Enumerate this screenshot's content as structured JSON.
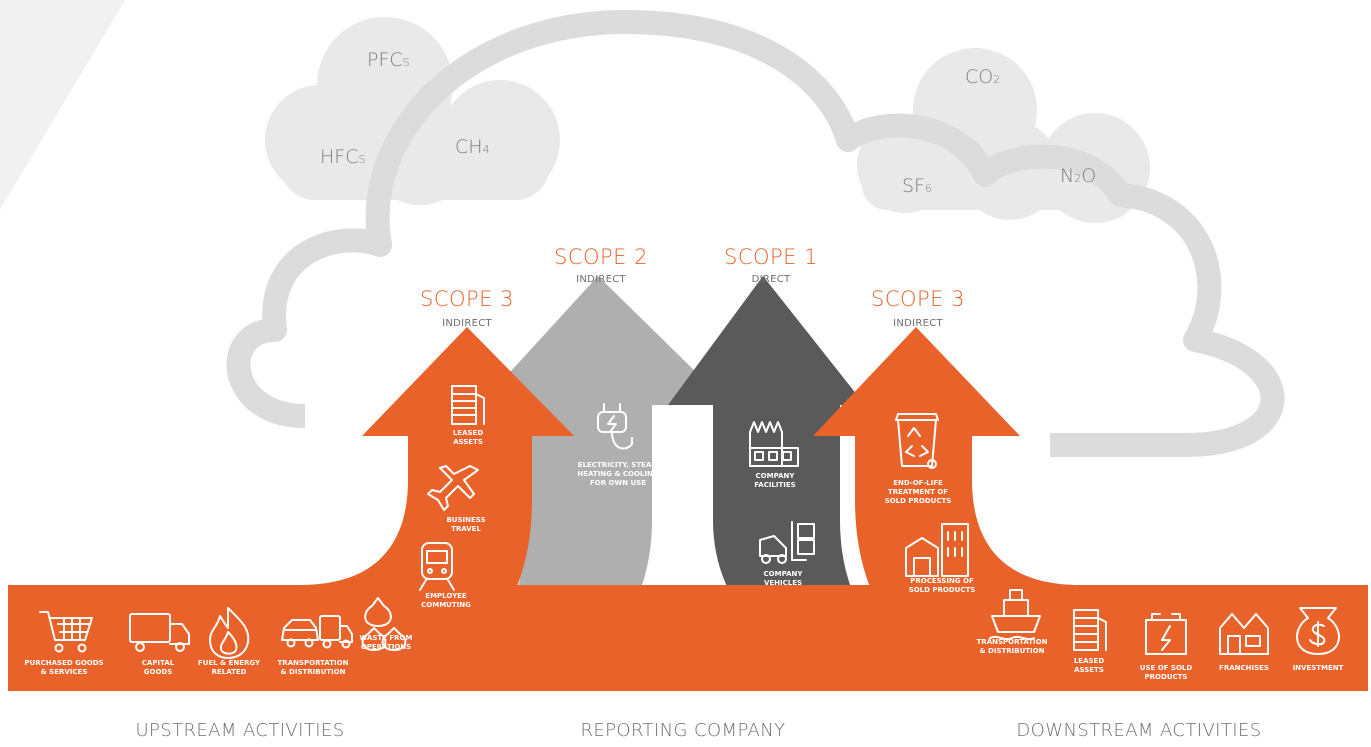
{
  "gases": {
    "pfcs": {
      "main": "PFC",
      "sub": "S"
    },
    "hfcs": {
      "main": "HFC",
      "sub": "S"
    },
    "ch4": {
      "main": "CH",
      "sub": "4"
    },
    "co2": {
      "main": "CO",
      "sub": "2"
    },
    "sf6": {
      "main": "SF",
      "sub": "6"
    },
    "n2o": {
      "main": "N",
      "sub": "2",
      "tail": "O"
    }
  },
  "scopes": {
    "scope3_left": {
      "title": "SCOPE 3",
      "subtitle": "INDIRECT"
    },
    "scope2": {
      "title": "SCOPE 2",
      "subtitle": "INDIRECT"
    },
    "scope1": {
      "title": "SCOPE 1",
      "subtitle": "DIRECT"
    },
    "scope3_right": {
      "title": "SCOPE 3",
      "subtitle": "INDIRECT"
    }
  },
  "upstream_items": [
    [
      "PURCHASED GOODS",
      "& SERVICES"
    ],
    [
      "CAPITAL",
      "GOODS"
    ],
    [
      "FUEL & ENERGY",
      "RELATED"
    ],
    [
      "TRANSPORTATION",
      "& DISTRIBUTION"
    ],
    [
      "WASTE FROM",
      "OPERATIONS"
    ],
    [
      "EMPLOYEE",
      "COMMUTING"
    ],
    [
      "BUSINESS",
      "TRAVEL"
    ],
    [
      "LEASED",
      "ASSETS"
    ]
  ],
  "scope2_items": [
    [
      "ELECTRICITY, STEAM",
      "HEATING & COOLING",
      "FOR OWN USE"
    ]
  ],
  "scope1_items": [
    [
      "COMPANY",
      "FACILITIES"
    ],
    [
      "COMPANY",
      "VEHICLES"
    ]
  ],
  "downstream_items": [
    [
      "END-OF-LIFE",
      "TREATMENT OF",
      "SOLD PRODUCTS"
    ],
    [
      "PROCESSING OF",
      "SOLD PRODUCTS"
    ],
    [
      "TRANSPORTATION",
      "& DISTRIBUTION"
    ],
    [
      "LEASED",
      "ASSETS"
    ],
    [
      "USE OF SOLD",
      "PRODUCTS"
    ],
    [
      "FRANCHISES"
    ],
    [
      "INVESTMENT"
    ]
  ],
  "footer": {
    "upstream": "UPSTREAM ACTIVITIES",
    "reporting": "REPORTING COMPANY",
    "downstream": "DOWNSTREAM ACTIVITIES"
  },
  "colors": {
    "orange": "#e8622a",
    "light_gray": "#afafaf",
    "dark_gray": "#5a5a5a",
    "cloud_gray": "#e9e9e9",
    "outline_gray": "#dcdcdc"
  }
}
